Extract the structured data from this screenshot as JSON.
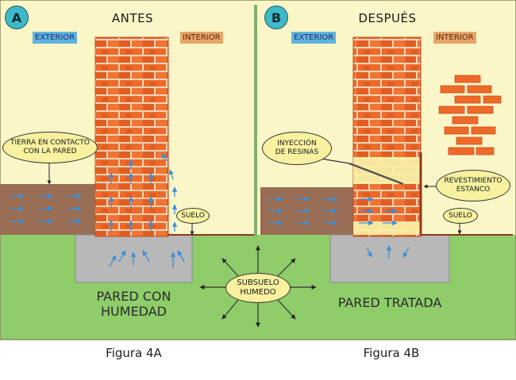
{
  "panel_a": {
    "letter": "A",
    "heading": "ANTES",
    "exterior_label": "EXTERIOR",
    "interior_label": "INTERIOR",
    "soil_contact_note": "TIERRA EN CONTACTO\nCON LA PARED",
    "ground_note": "SUELO",
    "result_label": "PARED CON\nHUMEDAD",
    "caption": "Figura 4A"
  },
  "panel_b": {
    "letter": "B",
    "heading": "DESPUÉS",
    "exterior_label": "EXTERIOR",
    "interior_label": "INTERIOR",
    "injection_note": "INYECCIÓN\nDE RESINAS",
    "coating_note": "REVESTIMIENTO\nESTANCO",
    "ground_note": "SUELO",
    "result_label": "PARED TRATADA",
    "caption": "Figura 4B"
  },
  "center_note": "SUBSUELO\nHUMEDO",
  "colors": {
    "sky": "#fbf6c8",
    "ground": "#8fcd6a",
    "earth": "#9a6e55",
    "brick": "#ee6a2a",
    "brick_dark": "#c9501e",
    "mortar": "#f3d4b4",
    "foundation": "#b8b8b8",
    "moisture_arrow": "#3a8fd9",
    "badge": "#3fb8c8",
    "exterior_tag": "#5fb3dc",
    "interior_tag": "#e8a56a"
  }
}
